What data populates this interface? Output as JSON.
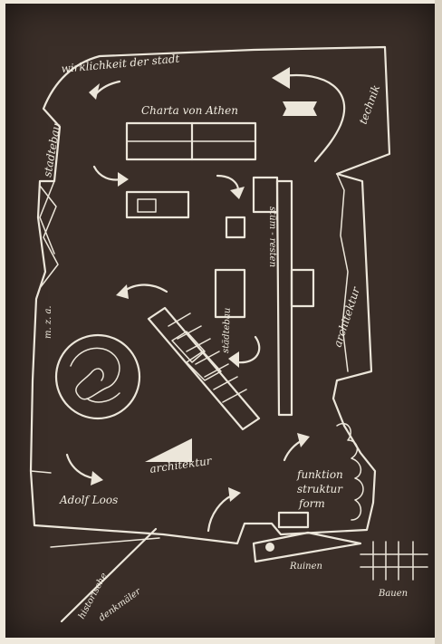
{
  "labels": {
    "wirklichkeit": "wirklichkeit der stadt",
    "stadtebau_left": "stadtebau",
    "charta": "Charta von Athen",
    "technik": "technik",
    "mza": "m. z. a.",
    "stuetzen": "stüm - resten",
    "architektur_right": "architektur",
    "stadtebau_mid": "städtebau",
    "architektur_low": "architektur",
    "adolf_loos": "Adolf Loos",
    "funktion": "funktion",
    "struktur": "struktur",
    "form": "form",
    "ruinen": "Ruinen",
    "bauen": "Bauen",
    "historische": "historische",
    "denkmaeler": "denkmäler"
  }
}
